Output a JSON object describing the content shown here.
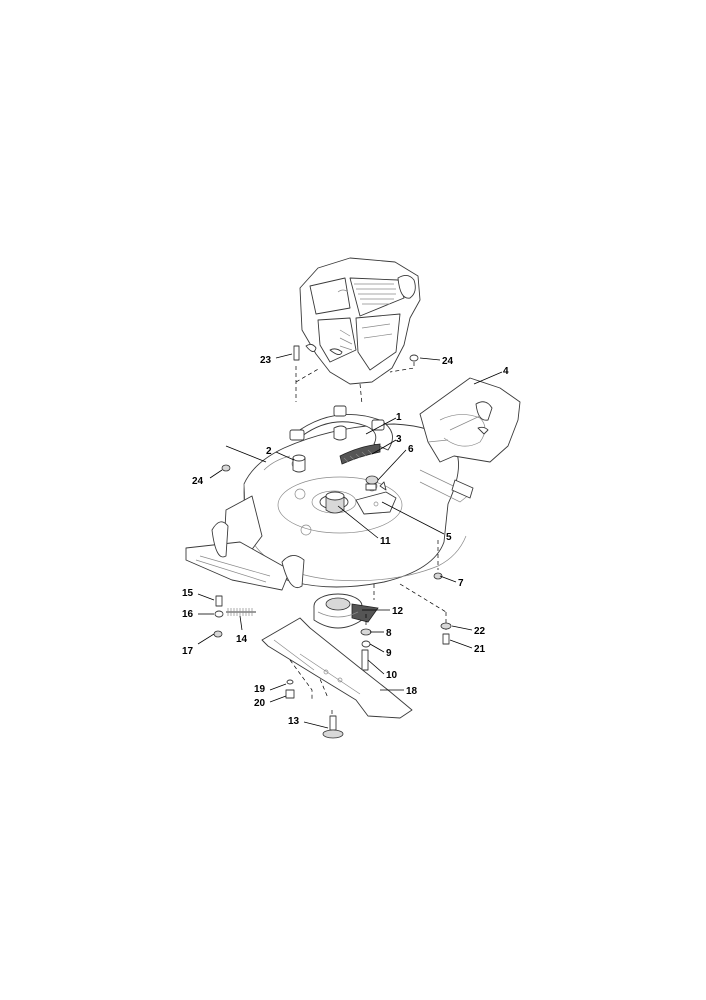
{
  "labels": [
    "1",
    "2",
    "3",
    "4",
    "5",
    "6",
    "7",
    "8",
    "9",
    "10",
    "11",
    "12",
    "13",
    "14",
    "15",
    "16",
    "17",
    "18",
    "19",
    "20",
    "21",
    "22",
    "23",
    "24",
    "24"
  ]
}
